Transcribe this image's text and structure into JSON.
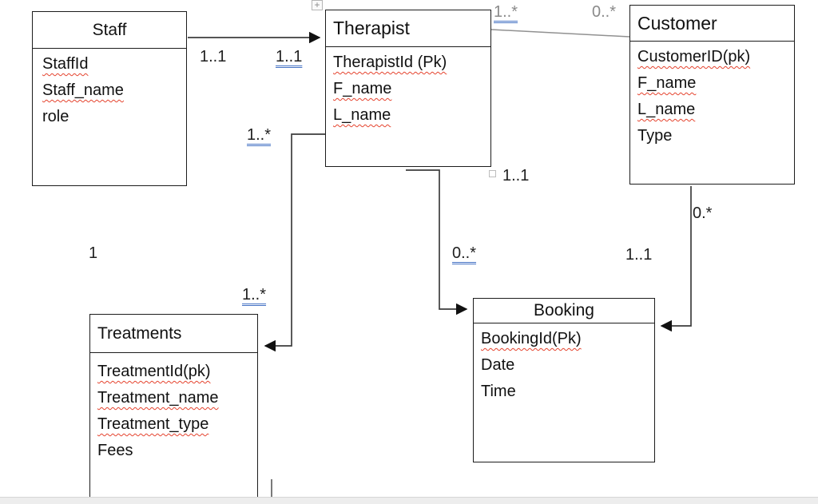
{
  "entities": [
    {
      "id": "staff",
      "title": "Staff",
      "fields": [
        {
          "text": "StaffId",
          "misspelled": true
        },
        {
          "text": "Staff_name",
          "misspelled": true
        },
        {
          "text": "role",
          "misspelled": false
        }
      ]
    },
    {
      "id": "therapist",
      "title": "Therapist",
      "fields": [
        {
          "text": "TherapistId (Pk)",
          "misspelled": true
        },
        {
          "text": "F_name",
          "misspelled": true
        },
        {
          "text": "L_name",
          "misspelled": true
        }
      ]
    },
    {
      "id": "customer",
      "title": "Customer",
      "fields": [
        {
          "text": "CustomerID(pk)",
          "misspelled": true
        },
        {
          "text": "F_name",
          "misspelled": true
        },
        {
          "text": "L_name",
          "misspelled": true
        },
        {
          "text": "Type",
          "misspelled": false
        }
      ]
    },
    {
      "id": "treatments",
      "title": "Treatments",
      "fields": [
        {
          "text": "TreatmentId(pk)",
          "misspelled": true
        },
        {
          "text": "Treatment_name",
          "misspelled": true
        },
        {
          "text": "Treatment_type",
          "misspelled": true
        },
        {
          "text": "Fees",
          "misspelled": false
        }
      ]
    },
    {
      "id": "booking",
      "title": "Booking",
      "fields": [
        {
          "text": "BookingId(Pk)",
          "misspelled": true
        },
        {
          "text": "Date",
          "misspelled": false
        },
        {
          "text": "Time",
          "misspelled": false
        }
      ]
    }
  ],
  "labels": [
    {
      "text": "1..1",
      "position": "staff-side-of-staff-therapist"
    },
    {
      "text": "1..1",
      "position": "therapist-side-of-staff-therapist"
    },
    {
      "text": "1..*",
      "position": "therapist-side-of-therapist-customer"
    },
    {
      "text": "0..*",
      "position": "customer-side-of-therapist-customer"
    },
    {
      "text": "1..*",
      "position": "therapist-side-of-therapist-treatments"
    },
    {
      "text": "1..*",
      "position": "treatments-side-of-therapist-treatments"
    },
    {
      "text": "1..1",
      "position": "therapist-side-of-therapist-booking"
    },
    {
      "text": "0..*",
      "position": "booking-side-of-therapist-booking"
    },
    {
      "text": "1..1",
      "position": "booking-side-of-customer-booking"
    },
    {
      "text": "0.*",
      "position": "customer-side-of-customer-booking"
    },
    {
      "text": "1",
      "position": "standalone-left"
    }
  ],
  "icons": {
    "move_handle": "+"
  },
  "colors": {
    "grammar_underline": "#4472C4",
    "spellcheck_underline": "#E5432E",
    "muted_label": "#8A8A8A",
    "connector": "#3D3D3D",
    "page_margin": "#EDEDED"
  }
}
